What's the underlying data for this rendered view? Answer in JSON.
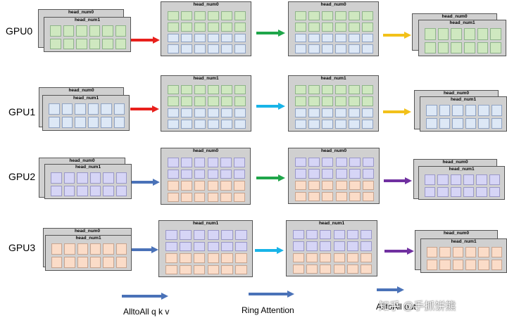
{
  "gpus": [
    {
      "label": "GPU0"
    },
    {
      "label": "GPU1"
    },
    {
      "label": "GPU2"
    },
    {
      "label": "GPU3"
    }
  ],
  "head_titles": {
    "h0": "head_num0",
    "h1": "head_num1"
  },
  "colors": {
    "green": "#cfe8c0",
    "blue": "#dde8f6",
    "purple": "#d6d5f6",
    "orange": "#fbdcc8",
    "arrow_red": "#e8201c",
    "arrow_green": "#1fa64a",
    "arrow_cyan": "#18b4e8",
    "arrow_yellow": "#f2c11a",
    "arrow_blue": "#4a72b8",
    "arrow_purple": "#7030a0"
  },
  "legend": {
    "alltoall_qkv": "AlltoAll q k v",
    "ring_attention": "Ring Attention",
    "alltoall_out": "AlltoAll out"
  },
  "watermark": "知乎 @手抓饼熊"
}
